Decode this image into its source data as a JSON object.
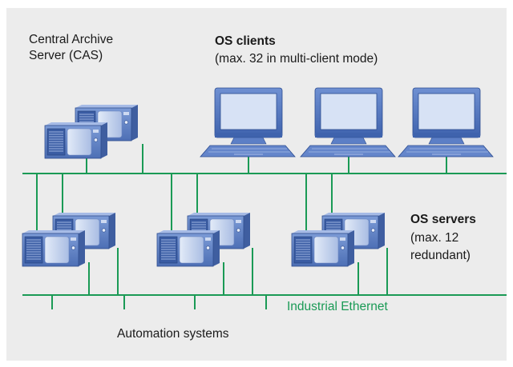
{
  "labels": {
    "cas_line1": "Central Archive",
    "cas_line2": "Server (CAS)",
    "clients_title": "OS clients",
    "clients_sub": "(max. 32 in multi-client mode)",
    "servers_title": "OS servers",
    "servers_sub1": "(max. 12",
    "servers_sub2": "redundant)",
    "network": "Industrial Ethernet",
    "automation": "Automation systems"
  },
  "colors": {
    "background": "#ececec",
    "network_line": "#1a9a55",
    "server_body": "#5d7fc4",
    "monitor_frame": "#4f74c0",
    "screen": "#d7e2f5",
    "text": "#1a1a1a"
  },
  "icons": {
    "server": "server-rack-icon",
    "client": "desktop-computer-icon"
  }
}
